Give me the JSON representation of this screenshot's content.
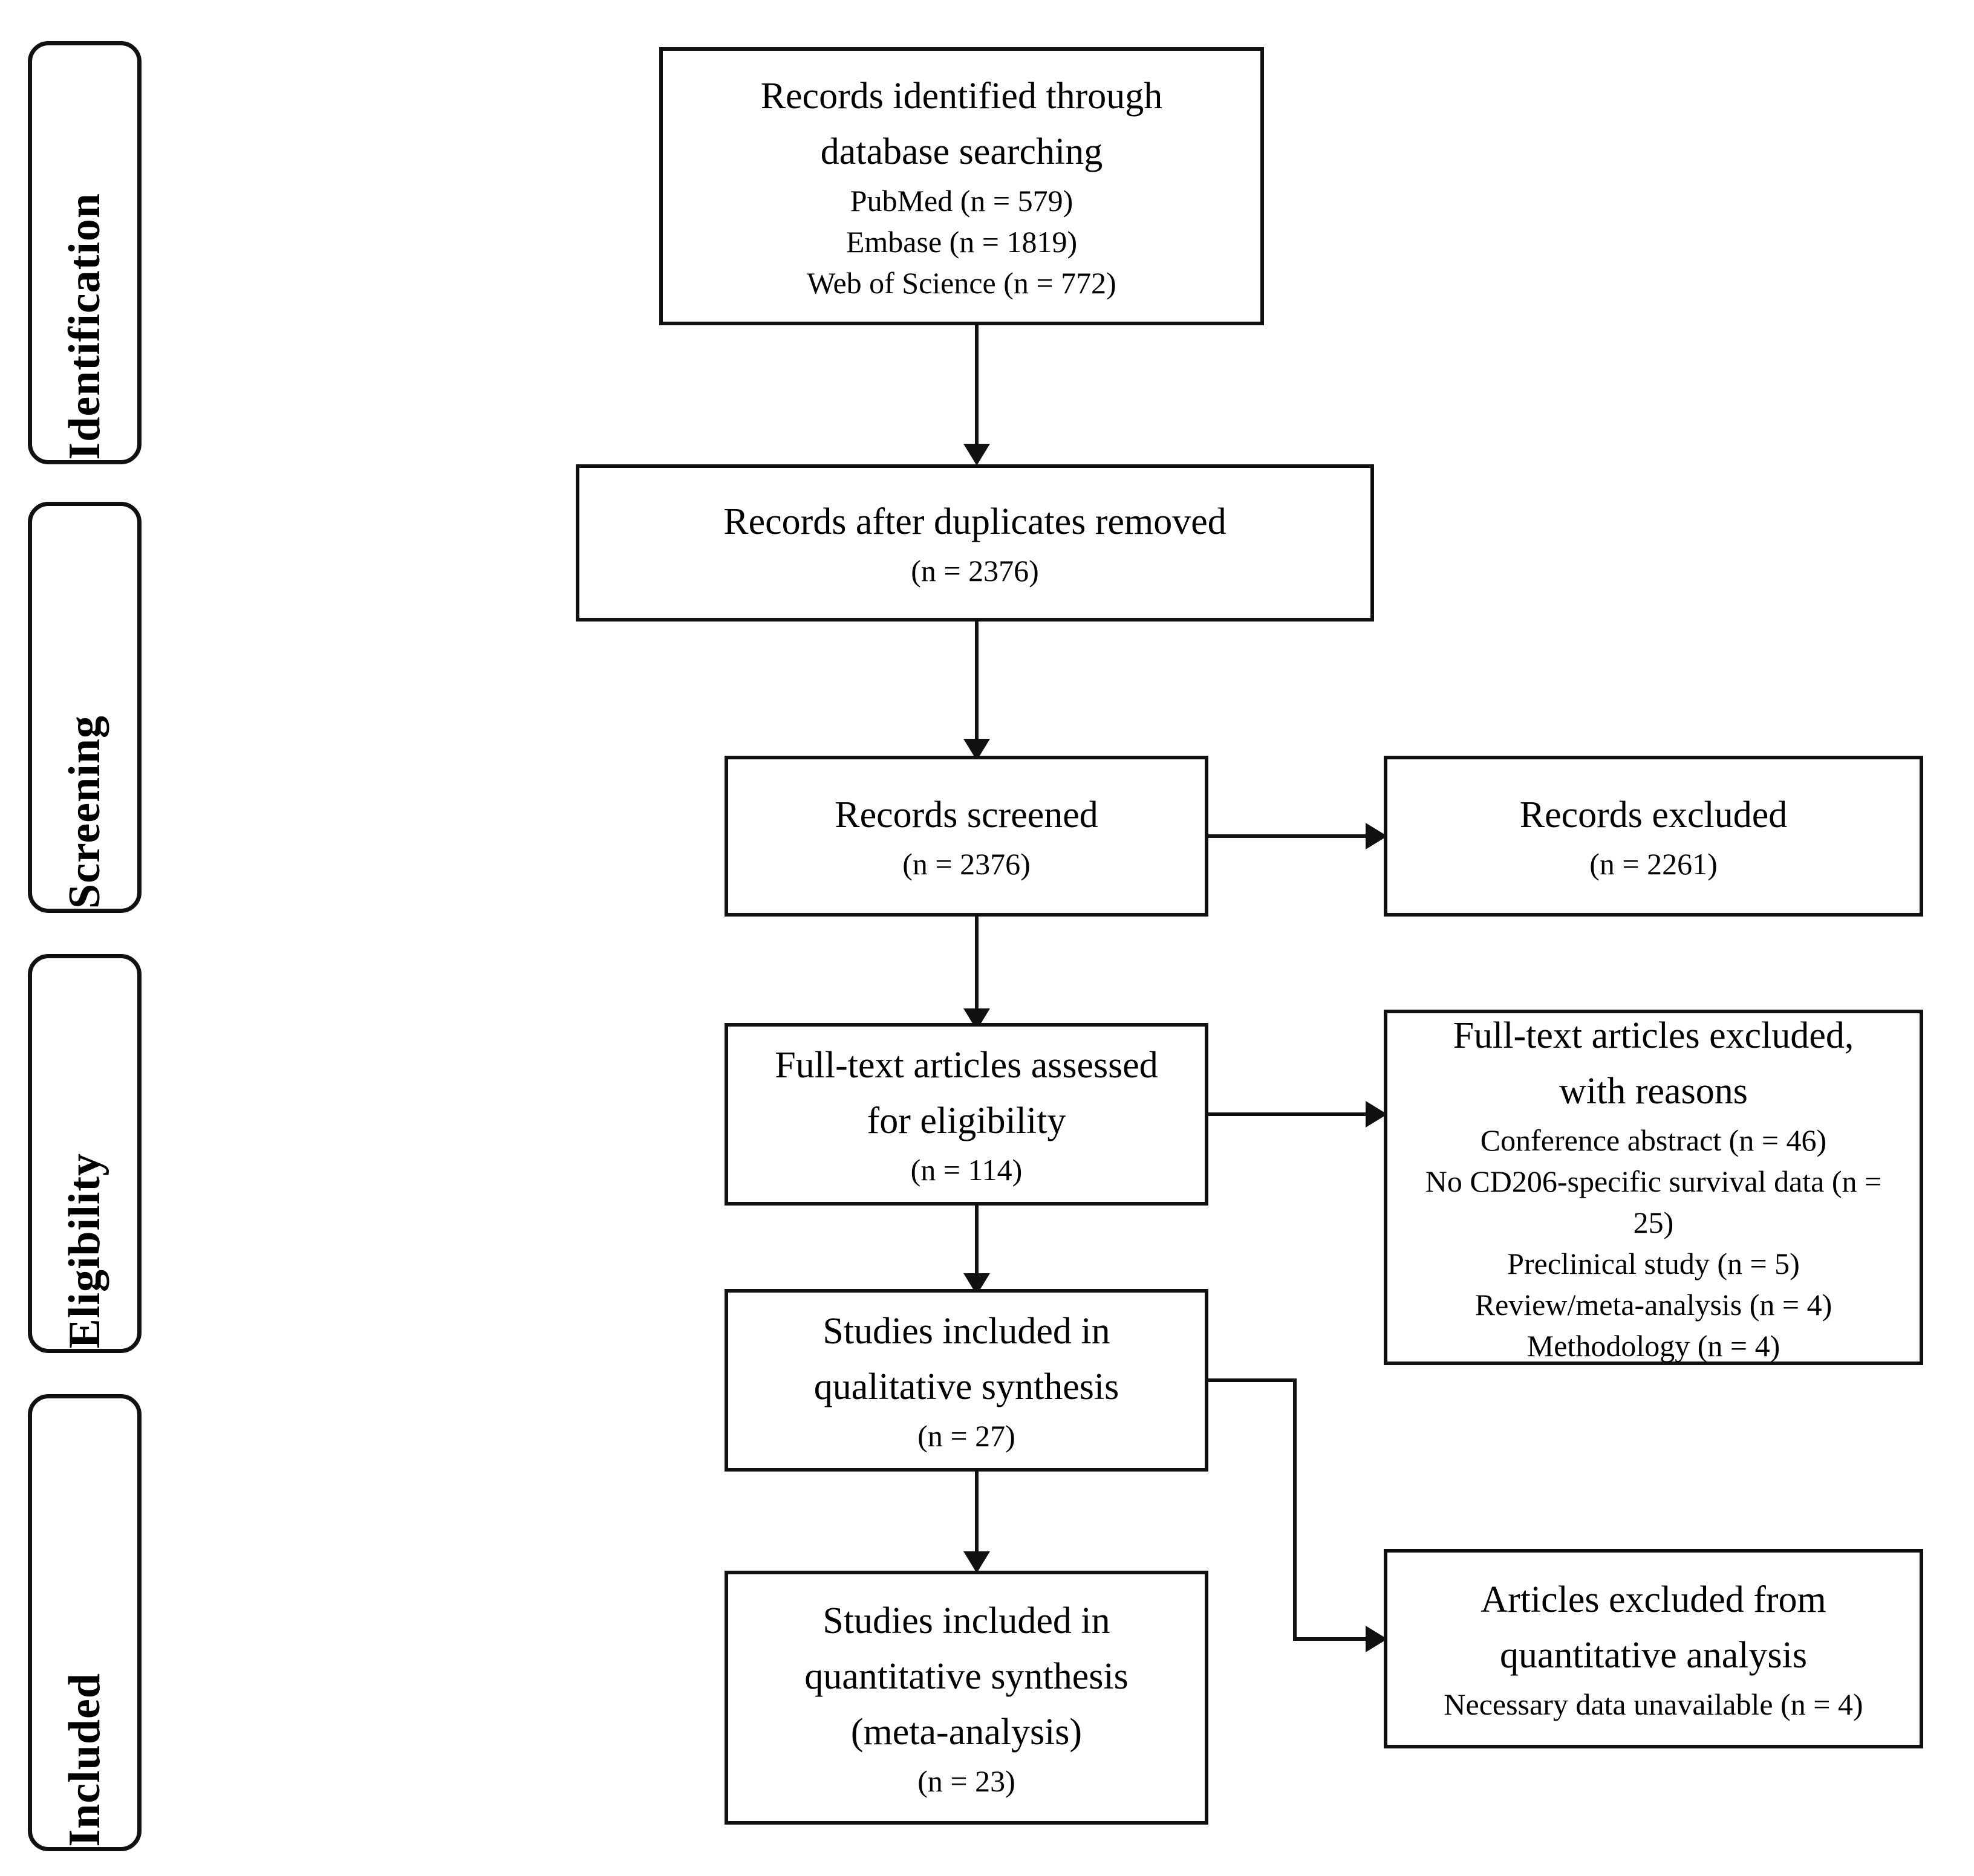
{
  "diagram": {
    "title": "PRISMA flow diagram",
    "stages": [
      {
        "id": "identification",
        "label": "Identification"
      },
      {
        "id": "screening",
        "label": "Screening"
      },
      {
        "id": "eligibility",
        "label": "Eligibility"
      },
      {
        "id": "included",
        "label": "Included"
      }
    ],
    "boxes": {
      "identified": {
        "head": [
          "Records identified through",
          "database searching"
        ],
        "sub": [
          "PubMed (n = 579)",
          "Embase (n = 1819)",
          "Web of Science (n = 772)"
        ]
      },
      "duplicates_removed": {
        "head": [
          "Records after duplicates removed"
        ],
        "sub": [
          "(n = 2376)"
        ]
      },
      "records_screened": {
        "head": [
          "Records screened"
        ],
        "sub": [
          "(n = 2376)"
        ]
      },
      "records_excluded": {
        "head": [
          "Records excluded"
        ],
        "sub": [
          "(n = 2261)"
        ]
      },
      "fulltext_assessed": {
        "head": [
          "Full-text articles assessed",
          "for eligibility"
        ],
        "sub": [
          "(n = 114)"
        ]
      },
      "fulltext_excluded": {
        "head": [
          "Full-text articles excluded,",
          "with reasons"
        ],
        "sub": [
          "Conference abstract (n =  46)",
          "No CD206-specific survival data (n = 25)",
          "Preclinical study (n = 5)",
          "Review/meta-analysis (n = 4)",
          "Methodology (n = 4)"
        ]
      },
      "qualitative": {
        "head": [
          "Studies included in",
          "qualitative synthesis"
        ],
        "sub": [
          "(n = 27)"
        ]
      },
      "quantitative": {
        "head": [
          "Studies included in",
          "quantitative synthesis",
          "(meta-analysis)"
        ],
        "sub": [
          "(n = 23)"
        ]
      },
      "quant_excluded": {
        "head": [
          "Articles excluded from",
          "quantitative analysis"
        ],
        "sub": [
          "Necessary data unavailable (n = 4)"
        ]
      }
    },
    "colors": {
      "stroke": "#111111",
      "background": "#ffffff",
      "text": "#000000"
    }
  }
}
